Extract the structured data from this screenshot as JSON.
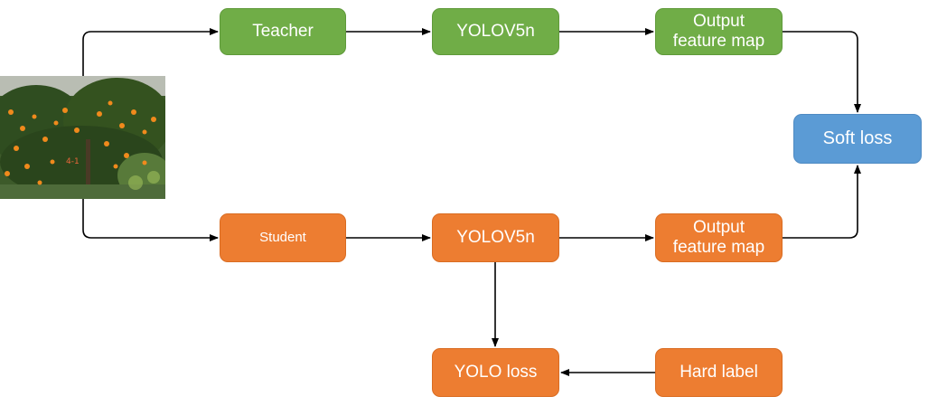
{
  "nodes": {
    "teacher": "Teacher",
    "teacher_model": "YOLOV5n",
    "teacher_output": [
      "Output",
      "feature map"
    ],
    "soft_loss": "Soft loss",
    "student": "Student",
    "student_model": "YOLOV5n",
    "student_output": [
      "Output",
      "feature map"
    ],
    "yolo_loss": "YOLO loss",
    "hard_label": "Hard label"
  },
  "photo_label": "4-1",
  "colors": {
    "teacher_branch": "#70ad47",
    "student_branch": "#ed7d31",
    "loss": "#5b9bd5",
    "arrow": "#000000"
  },
  "image": {
    "subject": "citrus-tree-photo"
  }
}
